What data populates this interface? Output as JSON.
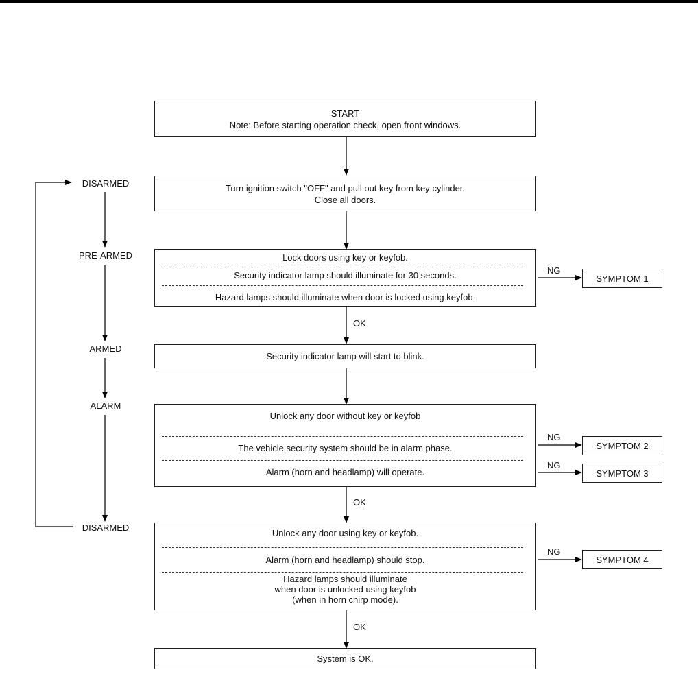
{
  "start_box": {
    "title": "START",
    "note": "Note: Before starting operation check, open front windows."
  },
  "ignition_box": {
    "line1": "Turn ignition switch \"OFF\" and pull out key from key cylinder.",
    "line2": "Close all doors."
  },
  "lock_box": {
    "step1": "Lock doors using key or keyfob.",
    "step2": "Security indicator lamp should illuminate for 30 seconds.",
    "step3": "Hazard lamps should illuminate when door is locked using keyfob."
  },
  "armed_box": {
    "text": "Security indicator lamp will start to blink."
  },
  "alarm_box": {
    "step1": "Unlock any door without key or keyfob",
    "step2": "The vehicle security system should be in alarm phase.",
    "step3": "Alarm (horn and headlamp) will operate."
  },
  "unlock_box": {
    "step1": "Unlock any door  using key or keyfob.",
    "step2": "Alarm (horn and headlamp) should stop.",
    "step3_line1": "Hazard lamps should illuminate",
    "step3_line2": "when door is unlocked using keyfob",
    "step3_line3": "(when in horn chirp mode)."
  },
  "final_box": {
    "text": "System is OK."
  },
  "states": {
    "disarmed_top": "DISARMED",
    "pre_armed": "PRE-ARMED",
    "armed": "ARMED",
    "alarm": "ALARM",
    "disarmed_bottom": "DISARMED"
  },
  "branch_labels": {
    "ng": "NG",
    "ok": "OK"
  },
  "symptoms": {
    "s1": "SYMPTOM 1",
    "s2": "SYMPTOM 2",
    "s3": "SYMPTOM 3",
    "s4": "SYMPTOM 4"
  }
}
